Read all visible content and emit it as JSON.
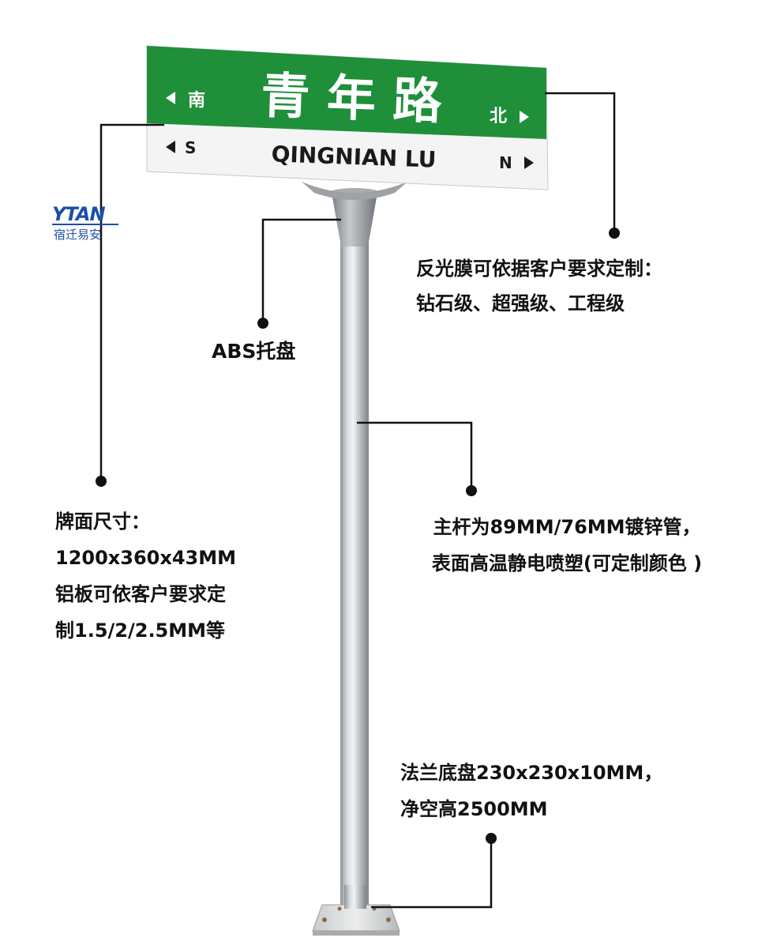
{
  "sign": {
    "name_cn": "青 年 路",
    "name_en": "QINGNIAN  LU",
    "left_cn": "南",
    "right_cn": "北",
    "left_en": "S",
    "right_en": "N",
    "green": "#1f8f3a"
  },
  "logo": {
    "brand": "YTAN",
    "subtitle": "宿迁易安",
    "color": "#1b4fa8"
  },
  "captions": {
    "film": [
      "反光膜可依据客户要求定制：",
      "钻石级、超强级、工程级"
    ],
    "abs": [
      "ABS托盘"
    ],
    "panel": [
      "牌面尺寸：",
      "1200x360x43MM",
      "铝板可依客户要求定",
      "制1.5/2/2.5MM等"
    ],
    "pole": [
      "主杆为89MM/76MM镀锌管，",
      "表面高温静电喷塑(可定制颜色 )"
    ],
    "flange": [
      "法兰底盘230x230x10MM，",
      "净空高2500MM"
    ]
  }
}
